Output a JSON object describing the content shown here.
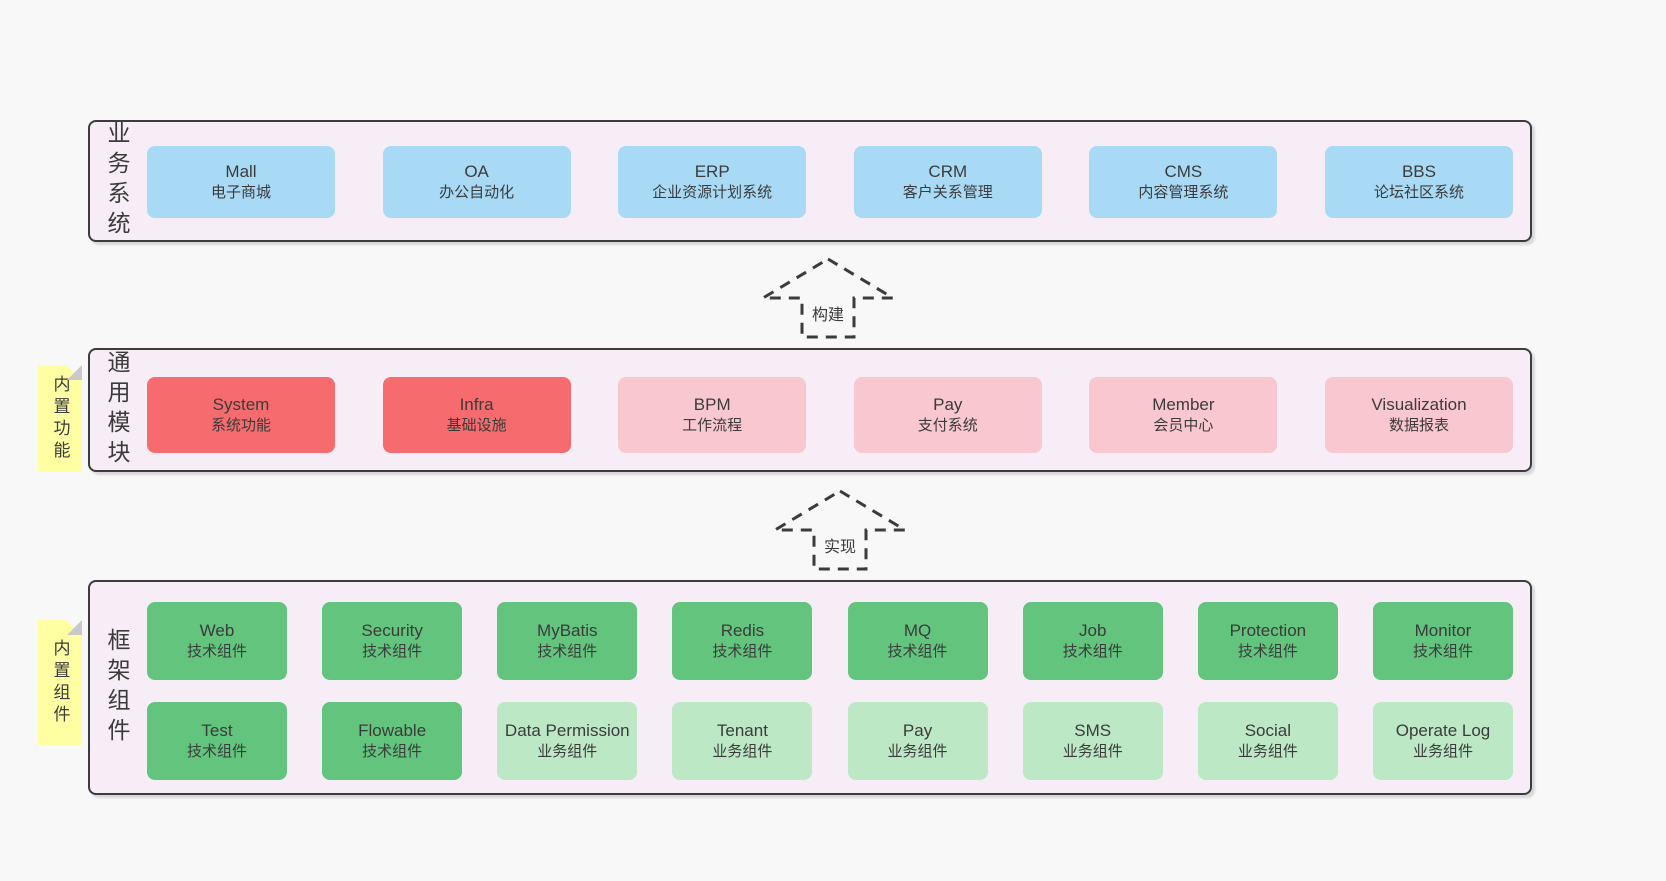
{
  "colors": {
    "page_background": "#f8f8f8",
    "layer_background": "#f7edf6",
    "layer_border": "#3c3c3c",
    "blue_box": "#a9daf5",
    "red_box": "#f56b6e",
    "pink_box": "#f9c7cf",
    "green_box": "#62c47d",
    "light_green_box": "#bce8c6",
    "sticky_yellow": "#feffa3",
    "text": "#3b3b3b"
  },
  "arrows": [
    {
      "label": "构建"
    },
    {
      "label": "实现"
    }
  ],
  "layers": [
    {
      "label": "业务系统",
      "boxes": [
        {
          "name": "Mall",
          "desc": "电子商城"
        },
        {
          "name": "OA",
          "desc": "办公自动化"
        },
        {
          "name": "ERP",
          "desc": "企业资源计划系统"
        },
        {
          "name": "CRM",
          "desc": "客户关系管理"
        },
        {
          "name": "CMS",
          "desc": "内容管理系统"
        },
        {
          "name": "BBS",
          "desc": "论坛社区系统"
        }
      ]
    },
    {
      "label": "通用模块",
      "sticky": "内置功能",
      "boxes": [
        {
          "name": "System",
          "desc": "系统功能"
        },
        {
          "name": "Infra",
          "desc": "基础设施"
        },
        {
          "name": "BPM",
          "desc": "工作流程"
        },
        {
          "name": "Pay",
          "desc": "支付系统"
        },
        {
          "name": "Member",
          "desc": "会员中心"
        },
        {
          "name": "Visualization",
          "desc": "数据报表"
        }
      ]
    },
    {
      "label": "框架组件",
      "sticky": "内置组件",
      "rows": [
        [
          {
            "name": "Web",
            "desc": "技术组件"
          },
          {
            "name": "Security",
            "desc": "技术组件"
          },
          {
            "name": "MyBatis",
            "desc": "技术组件"
          },
          {
            "name": "Redis",
            "desc": "技术组件"
          },
          {
            "name": "MQ",
            "desc": "技术组件"
          },
          {
            "name": "Job",
            "desc": "技术组件"
          },
          {
            "name": "Protection",
            "desc": "技术组件"
          },
          {
            "name": "Monitor",
            "desc": "技术组件"
          }
        ],
        [
          {
            "name": "Test",
            "desc": "技术组件"
          },
          {
            "name": "Flowable",
            "desc": "技术组件"
          },
          {
            "name": "Data Permission",
            "desc": "业务组件"
          },
          {
            "name": "Tenant",
            "desc": "业务组件"
          },
          {
            "name": "Pay",
            "desc": "业务组件"
          },
          {
            "name": "SMS",
            "desc": "业务组件"
          },
          {
            "name": "Social",
            "desc": "业务组件"
          },
          {
            "name": "Operate Log",
            "desc": "业务组件"
          }
        ]
      ]
    }
  ]
}
